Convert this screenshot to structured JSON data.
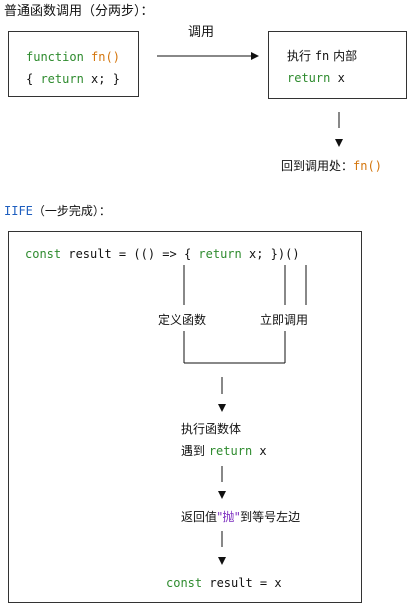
{
  "normal_heading": "普通函数调用（分两步）：",
  "box1": {
    "line1_kw": "function",
    "line1_fn": "fn()",
    "line2_pre": "{ ",
    "line2_kw": "return",
    "line2_post": " x; }"
  },
  "arrow1_label": "调用",
  "box2": {
    "line1_pre": "执行 ",
    "line1_fn": "fn",
    "line1_post": " 内部",
    "line2_kw": "return",
    "line2_post": " x"
  },
  "return_label": {
    "pre": "回到调用处：",
    "fn": "fn()"
  },
  "iife_heading_acronym": "IIFE",
  "iife_heading_rest": "（一步完成）：",
  "iife": {
    "code_kw": "const",
    "code_mid": " result = (() => { ",
    "code_kw2": "return",
    "code_post": " x; })()",
    "left_label": "定义函数",
    "right_label": "立即调用",
    "step1_line1": "执行函数体",
    "step1_line2_pre": "遇到 ",
    "step1_line2_kw": "return",
    "step1_line2_post": " x",
    "step2_pre": "返回值",
    "step2_quote": "\"抛\"",
    "step2_post": "到等号左边",
    "final_kw": "const",
    "final_post": " result = x"
  }
}
